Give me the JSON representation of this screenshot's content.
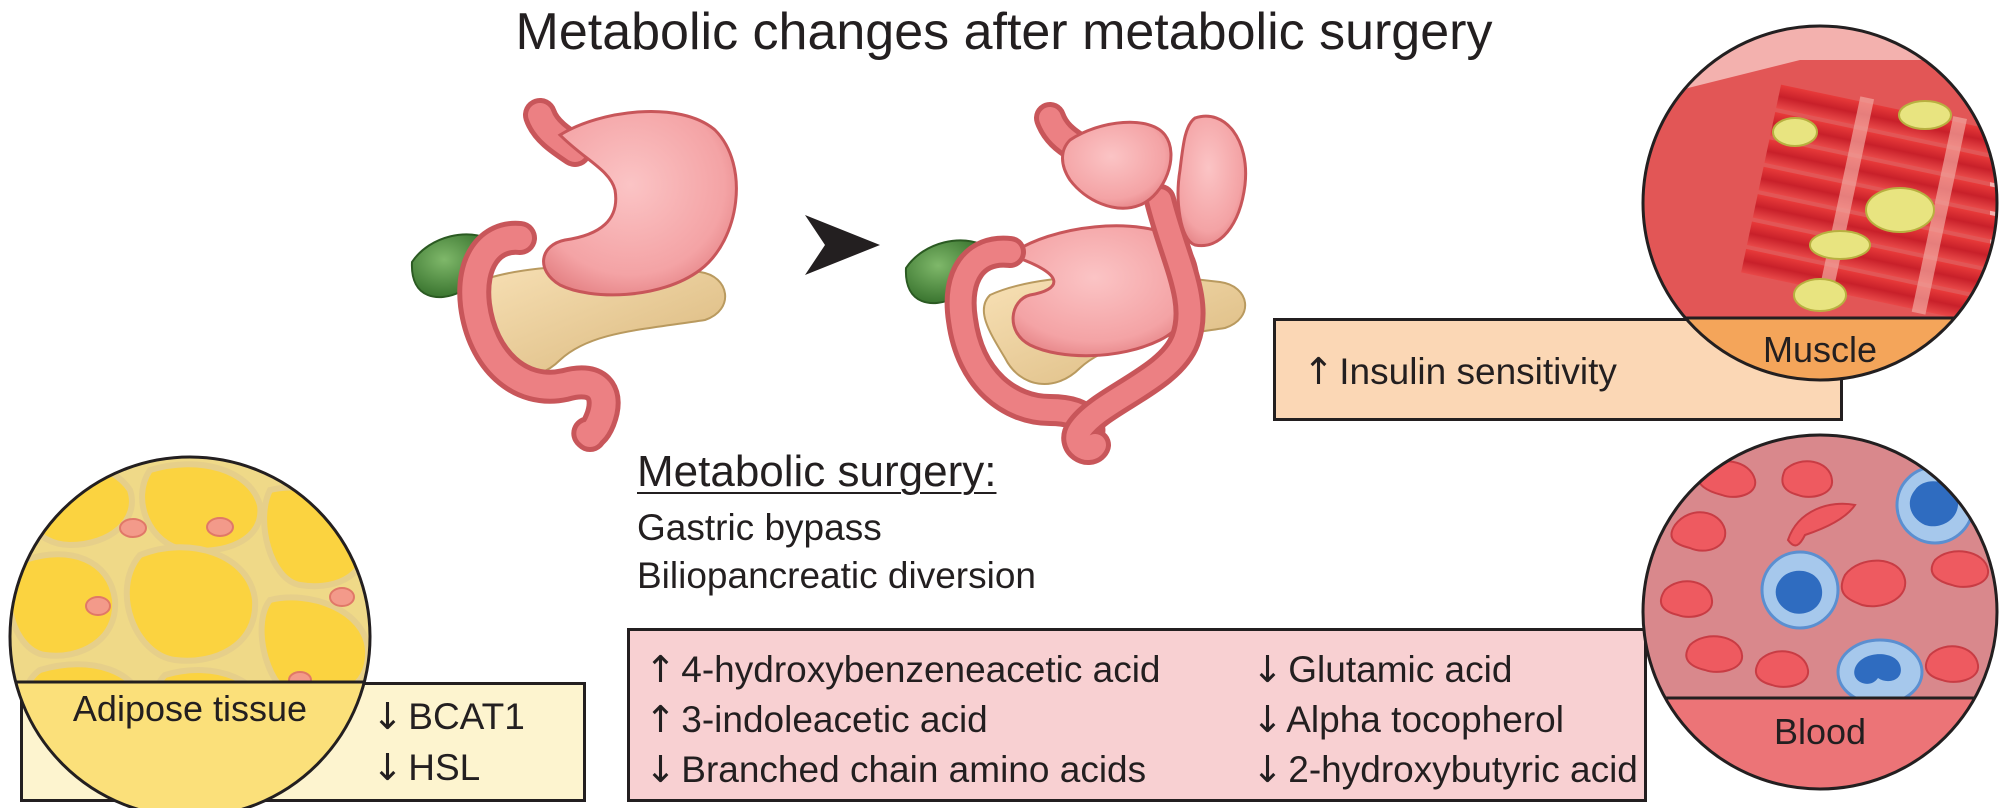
{
  "title": "Metabolic changes after metabolic surgery",
  "surgery": {
    "heading": "Metabolic surgery:",
    "types": [
      "Gastric bypass",
      "Biliopancreatic diversion"
    ]
  },
  "muscle": {
    "label": "Muscle",
    "effects": [
      {
        "arrow": "↑",
        "text": "Insulin sensitivity"
      }
    ]
  },
  "adipose": {
    "label": "Adipose tissue",
    "effects": [
      {
        "arrow": "↓",
        "text": "BCAT1"
      },
      {
        "arrow": "↓",
        "text": "HSL"
      }
    ]
  },
  "blood": {
    "label": "Blood",
    "effects_left": [
      {
        "arrow": "↑",
        "text": "4-hydroxybenzeneacetic acid"
      },
      {
        "arrow": "↑",
        "text": "3-indoleacetic acid"
      },
      {
        "arrow": "↓",
        "text": "Branched chain amino acids"
      }
    ],
    "effects_right": [
      {
        "arrow": "↓",
        "text": "Glutamic acid"
      },
      {
        "arrow": "↓",
        "text": "Alpha tocopherol"
      },
      {
        "arrow": "↓",
        "text": "2-hydroxybutyric acid"
      }
    ]
  },
  "colors": {
    "stomach": "#f4a3a5",
    "intestine": "#ea7a7c",
    "gallbladder": "#4f8a3c",
    "pancreas": "#f1d3a0",
    "muscle_box": "#fbd7b5",
    "muscle_label": "#f4a55a",
    "adipose_box": "#fdf4cf",
    "adipose_label": "#fbe07a",
    "blood_box": "#f8d0d2",
    "blood_label": "#ec7477"
  },
  "icons": [
    "transition-arrow-icon",
    "stomach-normal-icon",
    "stomach-bypass-icon",
    "muscle-icon",
    "adipose-cells-icon",
    "blood-cells-icon"
  ]
}
